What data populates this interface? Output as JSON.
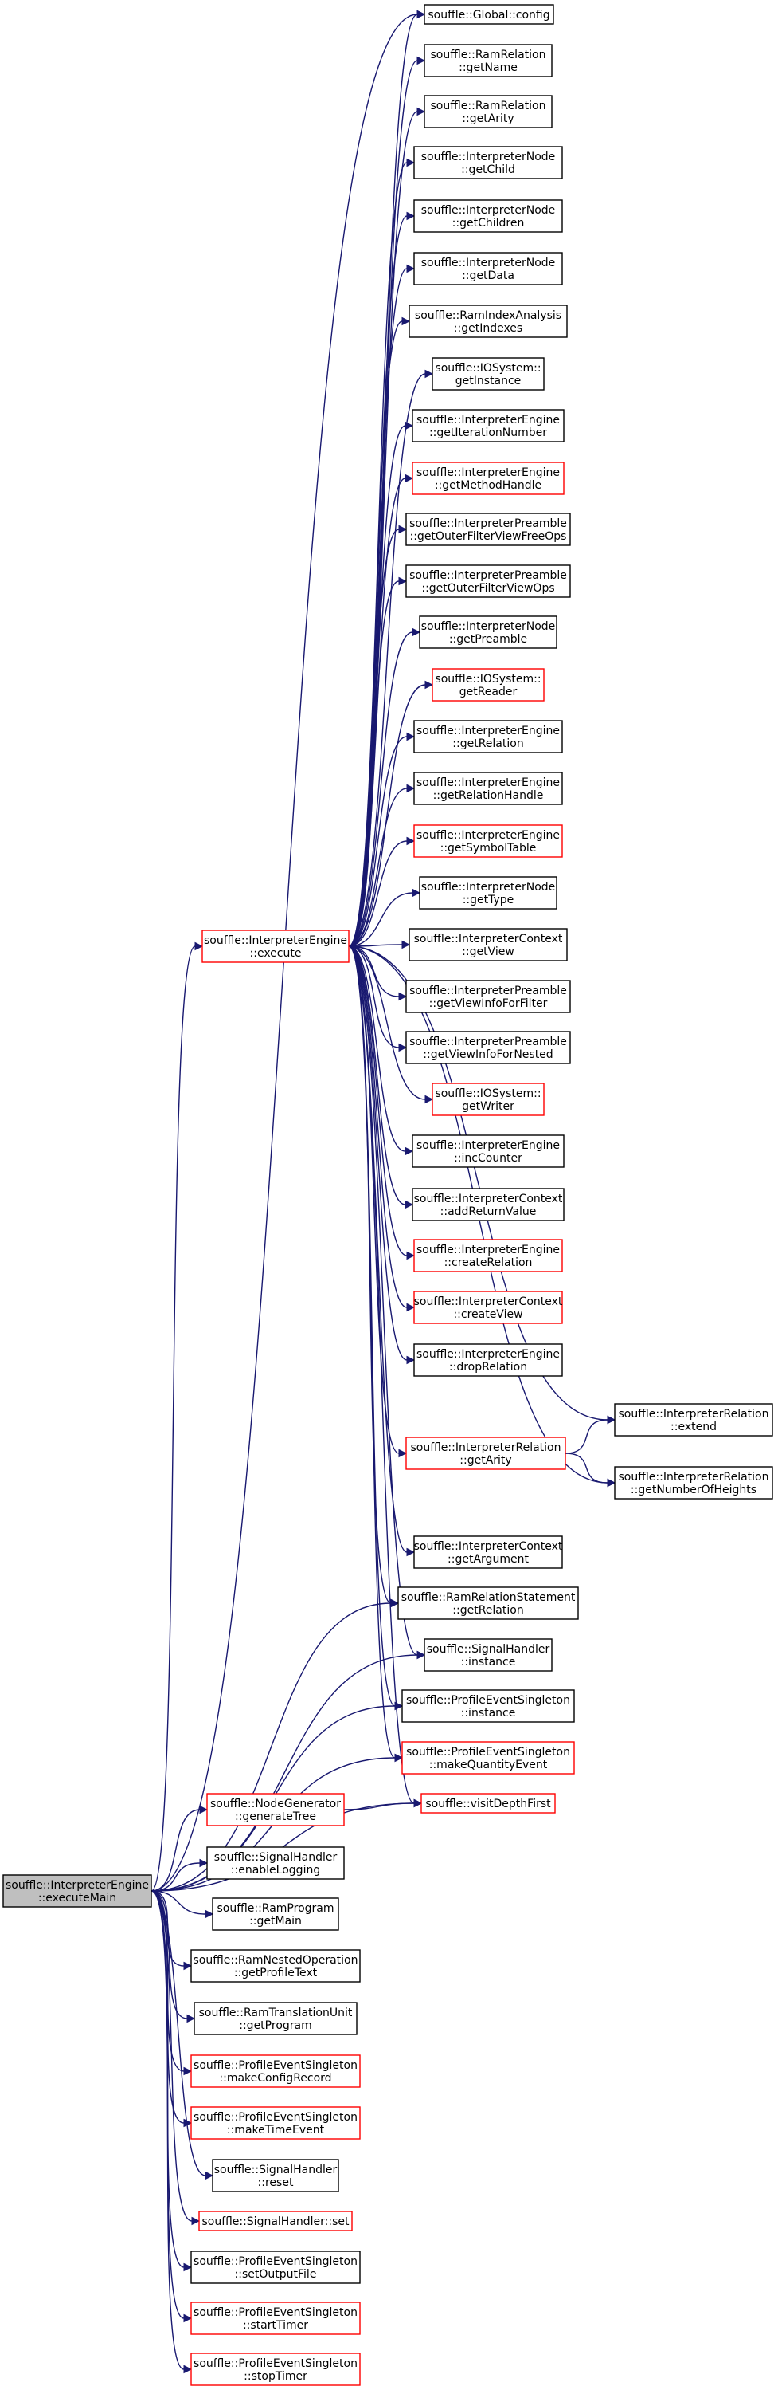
{
  "colors": {
    "edge": "#191970",
    "node_border_normal": "#000000",
    "node_border_truncated": "#ff0000",
    "node_fill_root": "#bfbfbf",
    "node_fill": "#ffffff"
  },
  "nodes": [
    {
      "id": "executeMain",
      "lines": [
        "souffle::InterpreterEngine",
        "::executeMain"
      ],
      "style": "root"
    },
    {
      "id": "execute",
      "lines": [
        "souffle::InterpreterEngine",
        "::execute"
      ],
      "style": "red"
    },
    {
      "id": "generateTree",
      "lines": [
        "souffle::NodeGenerator",
        "::generateTree"
      ],
      "style": "red"
    },
    {
      "id": "config",
      "lines": [
        "souffle::Global::config"
      ],
      "style": "black"
    },
    {
      "id": "getName",
      "lines": [
        "souffle::RamRelation",
        "::getName"
      ],
      "style": "black"
    },
    {
      "id": "getArity",
      "lines": [
        "souffle::RamRelation",
        "::getArity"
      ],
      "style": "black"
    },
    {
      "id": "getChild",
      "lines": [
        "souffle::InterpreterNode",
        "::getChild"
      ],
      "style": "black"
    },
    {
      "id": "getChildren",
      "lines": [
        "souffle::InterpreterNode",
        "::getChildren"
      ],
      "style": "black"
    },
    {
      "id": "getData",
      "lines": [
        "souffle::InterpreterNode",
        "::getData"
      ],
      "style": "black"
    },
    {
      "id": "getIndexes",
      "lines": [
        "souffle::RamIndexAnalysis",
        "::getIndexes"
      ],
      "style": "black"
    },
    {
      "id": "getInstance",
      "lines": [
        "souffle::IOSystem::",
        "getInstance"
      ],
      "style": "black"
    },
    {
      "id": "getIterationNumber",
      "lines": [
        "souffle::InterpreterEngine",
        "::getIterationNumber"
      ],
      "style": "black"
    },
    {
      "id": "getMethodHandle",
      "lines": [
        "souffle::InterpreterEngine",
        "::getMethodHandle"
      ],
      "style": "red"
    },
    {
      "id": "getOuterFilterViewFreeOps",
      "lines": [
        "souffle::InterpreterPreamble",
        "::getOuterFilterViewFreeOps"
      ],
      "style": "black"
    },
    {
      "id": "getOuterFilterViewOps",
      "lines": [
        "souffle::InterpreterPreamble",
        "::getOuterFilterViewOps"
      ],
      "style": "black"
    },
    {
      "id": "getPreamble",
      "lines": [
        "souffle::InterpreterNode",
        "::getPreamble"
      ],
      "style": "black"
    },
    {
      "id": "getReader",
      "lines": [
        "souffle::IOSystem::",
        "getReader"
      ],
      "style": "red"
    },
    {
      "id": "getRelation",
      "lines": [
        "souffle::InterpreterEngine",
        "::getRelation"
      ],
      "style": "black"
    },
    {
      "id": "getRelationHandle",
      "lines": [
        "souffle::InterpreterEngine",
        "::getRelationHandle"
      ],
      "style": "black"
    },
    {
      "id": "getSymbolTable",
      "lines": [
        "souffle::InterpreterEngine",
        "::getSymbolTable"
      ],
      "style": "red"
    },
    {
      "id": "getType",
      "lines": [
        "souffle::InterpreterNode",
        "::getType"
      ],
      "style": "black"
    },
    {
      "id": "getView",
      "lines": [
        "souffle::InterpreterContext",
        "::getView"
      ],
      "style": "black"
    },
    {
      "id": "getViewInfoForFilter",
      "lines": [
        "souffle::InterpreterPreamble",
        "::getViewInfoForFilter"
      ],
      "style": "black"
    },
    {
      "id": "getViewInfoForNested",
      "lines": [
        "souffle::InterpreterPreamble",
        "::getViewInfoForNested"
      ],
      "style": "black"
    },
    {
      "id": "getWriter",
      "lines": [
        "souffle::IOSystem::",
        "getWriter"
      ],
      "style": "red"
    },
    {
      "id": "incCounter",
      "lines": [
        "souffle::InterpreterEngine",
        "::incCounter"
      ],
      "style": "black"
    },
    {
      "id": "addReturnValue",
      "lines": [
        "souffle::InterpreterContext",
        "::addReturnValue"
      ],
      "style": "black"
    },
    {
      "id": "createRelation",
      "lines": [
        "souffle::InterpreterEngine",
        "::createRelation"
      ],
      "style": "red"
    },
    {
      "id": "createView",
      "lines": [
        "souffle::InterpreterContext",
        "::createView"
      ],
      "style": "red"
    },
    {
      "id": "dropRelation",
      "lines": [
        "souffle::InterpreterEngine",
        "::dropRelation"
      ],
      "style": "black"
    },
    {
      "id": "relGetArity",
      "lines": [
        "souffle::InterpreterRelation",
        "::getArity"
      ],
      "style": "red"
    },
    {
      "id": "extend",
      "lines": [
        "souffle::InterpreterRelation",
        "::extend"
      ],
      "style": "black"
    },
    {
      "id": "getNumberOfHeights",
      "lines": [
        "souffle::InterpreterRelation",
        "::getNumberOfHeights"
      ],
      "style": "black"
    },
    {
      "id": "getArgument",
      "lines": [
        "souffle::InterpreterContext",
        "::getArgument"
      ],
      "style": "black"
    },
    {
      "id": "stmtGetRelation",
      "lines": [
        "souffle::RamRelationStatement",
        "::getRelation"
      ],
      "style": "black"
    },
    {
      "id": "shInstance",
      "lines": [
        "souffle::SignalHandler",
        "::instance"
      ],
      "style": "black"
    },
    {
      "id": "pesInstance",
      "lines": [
        "souffle::ProfileEventSingleton",
        "::instance"
      ],
      "style": "black"
    },
    {
      "id": "makeQuantityEvent",
      "lines": [
        "souffle::ProfileEventSingleton",
        "::makeQuantityEvent"
      ],
      "style": "red"
    },
    {
      "id": "visitDepthFirst",
      "lines": [
        "souffle::visitDepthFirst"
      ],
      "style": "red"
    },
    {
      "id": "enableLogging",
      "lines": [
        "souffle::SignalHandler",
        "::enableLogging"
      ],
      "style": "black"
    },
    {
      "id": "getMain",
      "lines": [
        "souffle::RamProgram",
        "::getMain"
      ],
      "style": "black"
    },
    {
      "id": "getProfileText",
      "lines": [
        "souffle::RamNestedOperation",
        "::getProfileText"
      ],
      "style": "black"
    },
    {
      "id": "getProgram",
      "lines": [
        "souffle::RamTranslationUnit",
        "::getProgram"
      ],
      "style": "black"
    },
    {
      "id": "makeConfigRecord",
      "lines": [
        "souffle::ProfileEventSingleton",
        "::makeConfigRecord"
      ],
      "style": "red"
    },
    {
      "id": "makeTimeEvent",
      "lines": [
        "souffle::ProfileEventSingleton",
        "::makeTimeEvent"
      ],
      "style": "red"
    },
    {
      "id": "reset",
      "lines": [
        "souffle::SignalHandler",
        "::reset"
      ],
      "style": "black"
    },
    {
      "id": "set",
      "lines": [
        "souffle::SignalHandler::set"
      ],
      "style": "red"
    },
    {
      "id": "setOutputFile",
      "lines": [
        "souffle::ProfileEventSingleton",
        "::setOutputFile"
      ],
      "style": "black"
    },
    {
      "id": "startTimer",
      "lines": [
        "souffle::ProfileEventSingleton",
        "::startTimer"
      ],
      "style": "red"
    },
    {
      "id": "stopTimer",
      "lines": [
        "souffle::ProfileEventSingleton",
        "::stopTimer"
      ],
      "style": "red"
    }
  ],
  "edges": [
    [
      "executeMain",
      "config"
    ],
    [
      "executeMain",
      "execute"
    ],
    [
      "executeMain",
      "generateTree"
    ],
    [
      "executeMain",
      "stmtGetRelation"
    ],
    [
      "executeMain",
      "shInstance"
    ],
    [
      "executeMain",
      "pesInstance"
    ],
    [
      "executeMain",
      "makeQuantityEvent"
    ],
    [
      "executeMain",
      "visitDepthFirst"
    ],
    [
      "executeMain",
      "enableLogging"
    ],
    [
      "executeMain",
      "getMain"
    ],
    [
      "executeMain",
      "getProfileText"
    ],
    [
      "executeMain",
      "getProgram"
    ],
    [
      "executeMain",
      "makeConfigRecord"
    ],
    [
      "executeMain",
      "makeTimeEvent"
    ],
    [
      "executeMain",
      "reset"
    ],
    [
      "executeMain",
      "set"
    ],
    [
      "executeMain",
      "setOutputFile"
    ],
    [
      "executeMain",
      "startTimer"
    ],
    [
      "executeMain",
      "stopTimer"
    ],
    [
      "execute",
      "config"
    ],
    [
      "execute",
      "getName"
    ],
    [
      "execute",
      "getArity"
    ],
    [
      "execute",
      "getChild"
    ],
    [
      "execute",
      "getChildren"
    ],
    [
      "execute",
      "getData"
    ],
    [
      "execute",
      "getIndexes"
    ],
    [
      "execute",
      "getInstance"
    ],
    [
      "execute",
      "getIterationNumber"
    ],
    [
      "execute",
      "getMethodHandle"
    ],
    [
      "execute",
      "getOuterFilterViewFreeOps"
    ],
    [
      "execute",
      "getOuterFilterViewOps"
    ],
    [
      "execute",
      "getPreamble"
    ],
    [
      "execute",
      "getReader"
    ],
    [
      "execute",
      "getRelation"
    ],
    [
      "execute",
      "getRelationHandle"
    ],
    [
      "execute",
      "getSymbolTable"
    ],
    [
      "execute",
      "getType"
    ],
    [
      "execute",
      "getView"
    ],
    [
      "execute",
      "getViewInfoForFilter"
    ],
    [
      "execute",
      "getViewInfoForNested"
    ],
    [
      "execute",
      "getWriter"
    ],
    [
      "execute",
      "incCounter"
    ],
    [
      "execute",
      "addReturnValue"
    ],
    [
      "execute",
      "createRelation"
    ],
    [
      "execute",
      "createView"
    ],
    [
      "execute",
      "dropRelation"
    ],
    [
      "execute",
      "relGetArity"
    ],
    [
      "execute",
      "extend"
    ],
    [
      "execute",
      "getNumberOfHeights"
    ],
    [
      "execute",
      "getArgument"
    ],
    [
      "execute",
      "stmtGetRelation"
    ],
    [
      "execute",
      "shInstance"
    ],
    [
      "execute",
      "pesInstance"
    ],
    [
      "execute",
      "makeQuantityEvent"
    ],
    [
      "execute",
      "visitDepthFirst"
    ],
    [
      "relGetArity",
      "extend"
    ],
    [
      "relGetArity",
      "getNumberOfHeights"
    ],
    [
      "generateTree",
      "visitDepthFirst"
    ]
  ]
}
